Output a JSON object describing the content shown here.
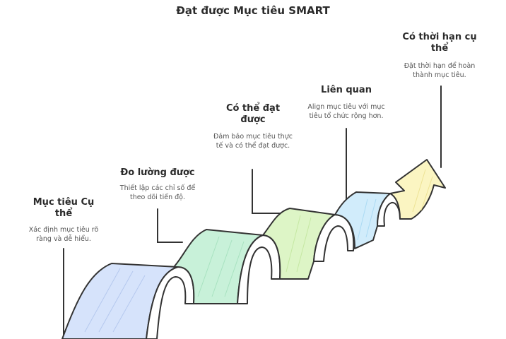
{
  "title": "Đạt được Mục tiêu SMART",
  "steps": [
    {
      "title": "Mục tiêu Cụ thể",
      "description": "Xác định mục tiêu rõ ràng và dễ hiểu.",
      "color": "#d6e3fb"
    },
    {
      "title": "Đo lường được",
      "description": "Thiết lập các chỉ số để theo dõi tiến độ.",
      "color": "#c8f1d9"
    },
    {
      "title": "Có thể đạt được",
      "description": "Đảm bảo mục tiêu thực tế và có thể đạt được.",
      "color": "#ddf5c6"
    },
    {
      "title": "Liên quan",
      "description": "Align mục tiêu với mục tiêu tổ chức rộng hơn.",
      "color": "#d1ecfb"
    },
    {
      "title": "Có thời hạn cụ thể",
      "description": "Đặt thời hạn để hoàn thành mục tiêu.",
      "color": "#fbf5c2"
    }
  ]
}
